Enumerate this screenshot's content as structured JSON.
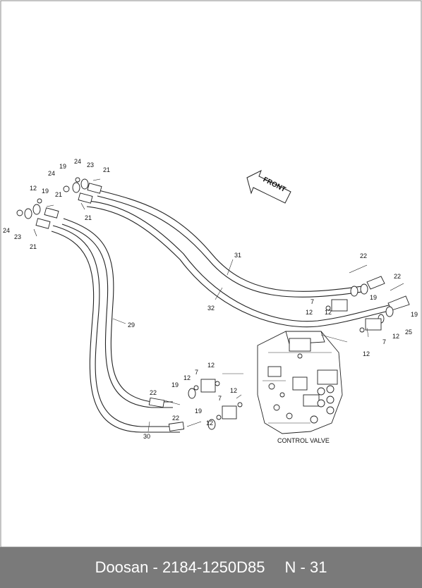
{
  "diagram": {
    "front_label": "FRONT",
    "control_valve_label": "CONTROL VALVE",
    "callouts": {
      "c12a": "12",
      "c19a": "19",
      "c24a": "24",
      "c21a": "21",
      "c23a": "23",
      "c24b": "24",
      "c21b": "21",
      "c19b": "19",
      "c24c": "24",
      "c23b": "23",
      "c21c": "21",
      "c21d": "21",
      "c22a": "22",
      "c22b": "22",
      "c31": "31",
      "c32": "32",
      "c29": "29",
      "c30": "30",
      "c7a": "7",
      "c12b": "12",
      "c19c": "19",
      "c19d": "19",
      "c12c": "12",
      "c25": "25",
      "c7b": "7",
      "c12d": "12",
      "c12e": "12",
      "c7c": "7",
      "c12f": "12",
      "c19e": "19",
      "c22c": "22",
      "c12g": "12",
      "c7d": "7",
      "c12h": "12",
      "c19f": "19",
      "c22d": "22",
      "c12i": "12"
    }
  },
  "footer": {
    "title": "Doosan - 2184-1250D85",
    "page": "N - 31"
  }
}
